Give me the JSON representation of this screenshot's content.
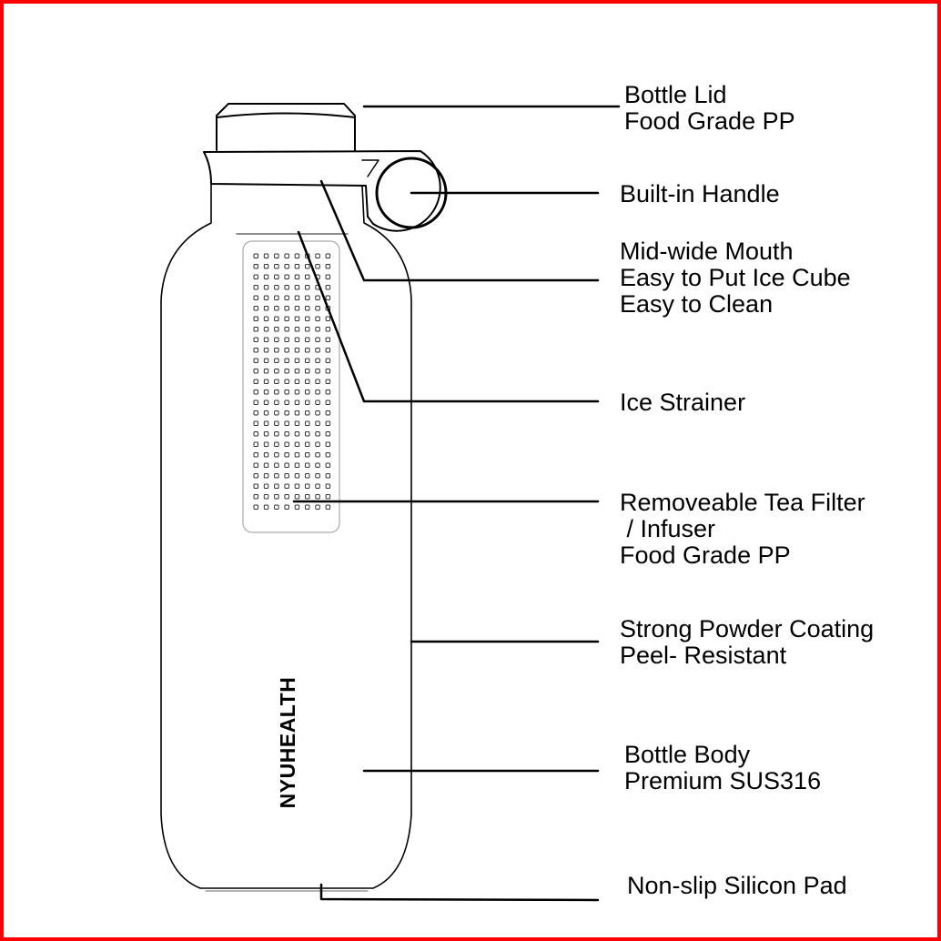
{
  "logo_text": "NYUHEALTH",
  "colors": {
    "border": "#ff0000",
    "line": "#000000"
  },
  "callouts": [
    {
      "id": "lid",
      "lines": [
        "Bottle Lid",
        "Food Grade PP"
      ]
    },
    {
      "id": "handle",
      "lines": [
        "Built-in Handle"
      ]
    },
    {
      "id": "mouth",
      "lines": [
        "Mid-wide Mouth",
        "Easy to Put Ice Cube",
        "Easy to Clean"
      ]
    },
    {
      "id": "strainer",
      "lines": [
        "Ice Strainer"
      ]
    },
    {
      "id": "filter",
      "lines": [
        "Removeable Tea Filter",
        " / Infuser",
        "Food Grade PP"
      ]
    },
    {
      "id": "coating",
      "lines": [
        "Strong Powder Coating",
        "Peel- Resistant"
      ]
    },
    {
      "id": "body",
      "lines": [
        "Bottle Body",
        "Premium SUS316"
      ]
    },
    {
      "id": "pad",
      "lines": [
        "Non-slip Silicon Pad"
      ]
    }
  ]
}
